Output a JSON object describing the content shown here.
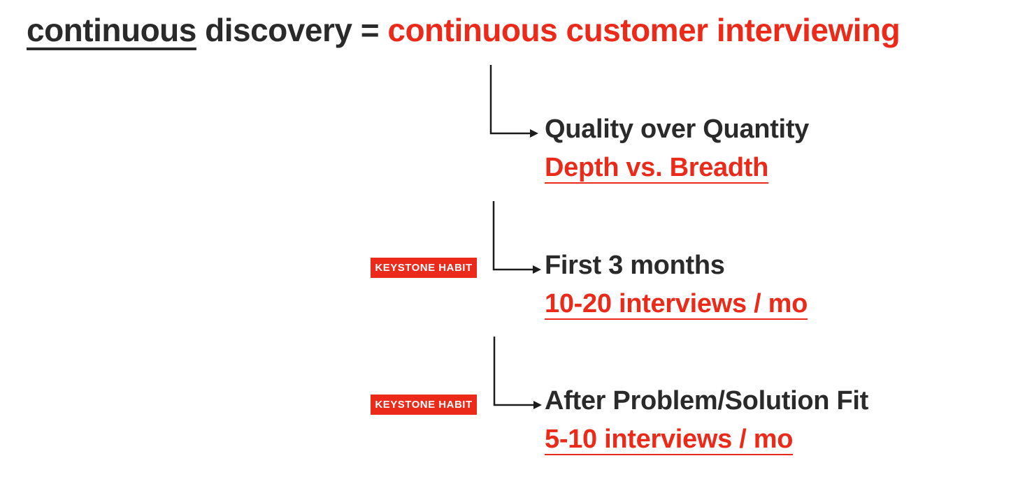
{
  "title": {
    "underlined_word": "continuous",
    "middle": " discovery = ",
    "red_phrase": "continuous customer interviewing"
  },
  "branches": [
    {
      "heading": "Quality over Quantity",
      "sub": "Depth vs. Breadth",
      "badge": null
    },
    {
      "heading": "First 3 months",
      "sub": "10-20 interviews / mo",
      "badge": "KEYSTONE HABIT"
    },
    {
      "heading": "After Problem/Solution Fit",
      "sub": "5-10 interviews / mo",
      "badge": "KEYSTONE HABIT"
    }
  ],
  "colors": {
    "text_dark": "#2a2a2a",
    "accent_red": "#ec2a1a",
    "background": "#ffffff",
    "connector_line": "#1c1c1c"
  }
}
